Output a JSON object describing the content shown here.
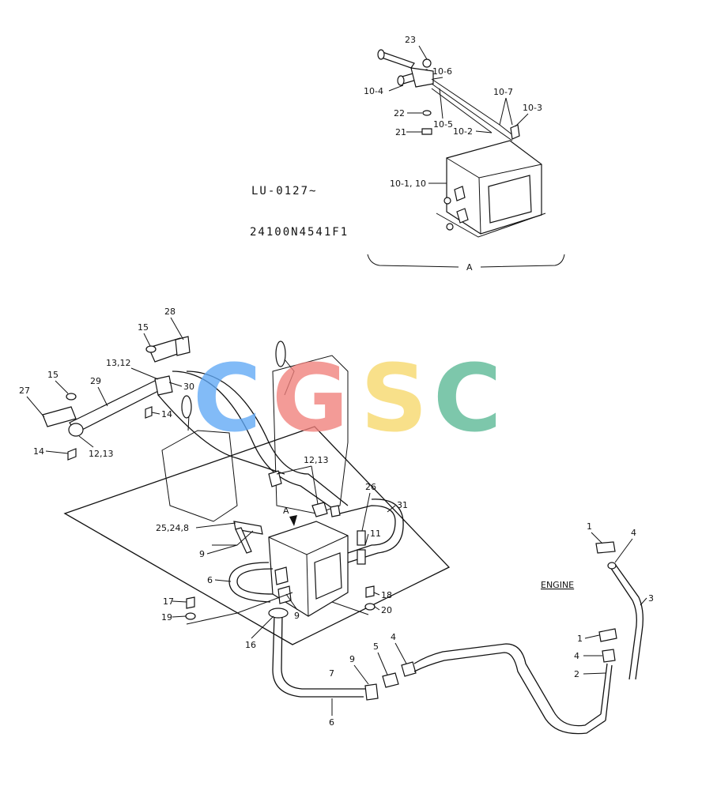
{
  "drawing": {
    "serial_range": "LU-0127~",
    "part_number": "24100N4541F1",
    "detail_label": "A",
    "engine_label": "ENGINE",
    "pointer_label": "A"
  },
  "watermark": {
    "letters": [
      {
        "char": "C",
        "color": "#5fa8f5"
      },
      {
        "char": "G",
        "color": "#f07f7a"
      },
      {
        "char": "S",
        "color": "#f7d86a"
      },
      {
        "char": "C",
        "color": "#59b894"
      }
    ]
  },
  "callouts": {
    "c23": "23",
    "c10_6": "10-6",
    "c10_4": "10-4",
    "c10_7": "10-7",
    "c10_3": "10-3",
    "c22": "22",
    "c10_5": "10-5",
    "c10_2": "10-2",
    "c21": "21",
    "c10_1": "10-1, 10",
    "c28": "28",
    "c15a": "15",
    "c13_12": "13,12",
    "c15b": "15",
    "c29": "29",
    "c30": "30",
    "c27": "27",
    "c14a": "14",
    "c14b": "14",
    "c12_13a": "12,13",
    "c12_13b": "12,13",
    "c26": "26",
    "c31": "31",
    "c25_24_8": "25,24,8",
    "c11": "11",
    "c9a": "9",
    "c6a": "6",
    "c9b": "9",
    "c17": "17",
    "c18": "18",
    "c19": "19",
    "c20": "20",
    "c16": "16",
    "c1a": "1",
    "c4a": "4",
    "c3": "3",
    "c1b": "1",
    "c4b": "4",
    "c2": "2",
    "c4c": "4",
    "c5": "5",
    "c9c": "9",
    "c7": "7",
    "c6b": "6"
  }
}
